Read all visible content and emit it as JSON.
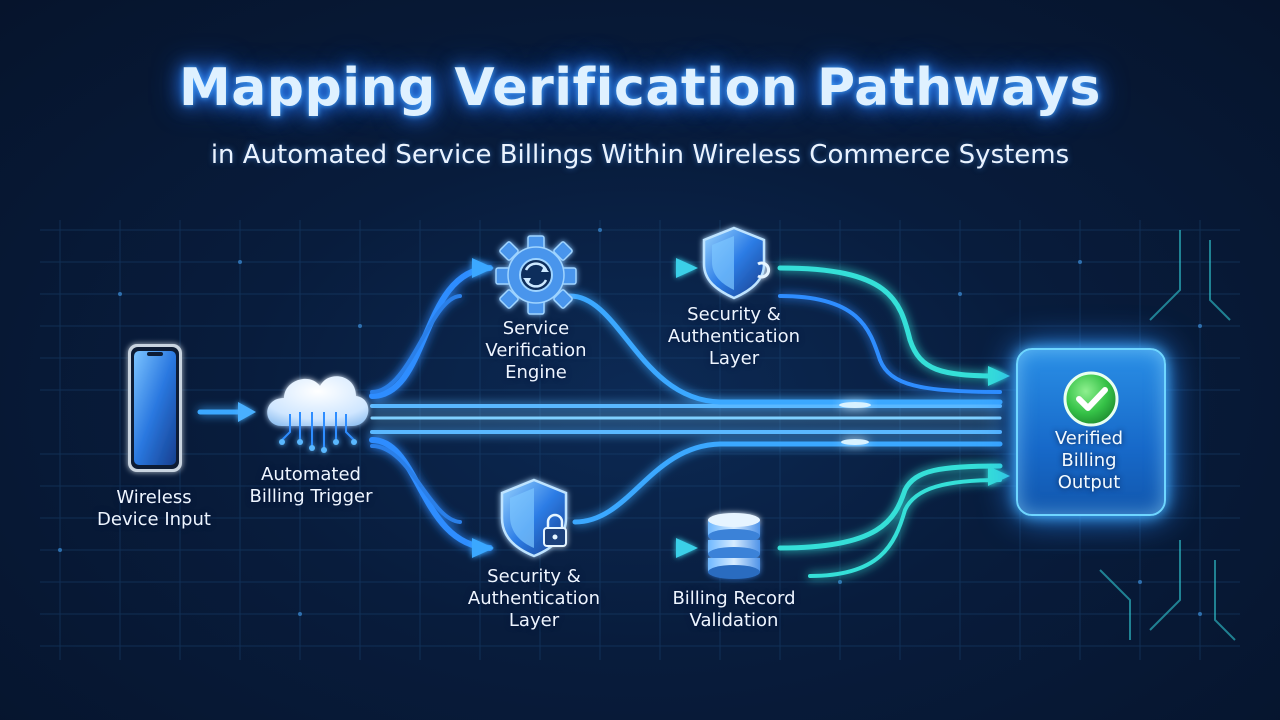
{
  "title": "Mapping Verification Pathways",
  "subtitle": "in Automated Service Billings Within Wireless Commerce Systems",
  "nodes": {
    "device": {
      "label": "Wireless\nDevice Input",
      "icon": "smartphone-icon"
    },
    "cloud": {
      "label": "Automated\nBilling Trigger",
      "icon": "cloud-circuit-icon"
    },
    "engine": {
      "label": "Service\nVerification\nEngine",
      "icon": "gear-icon"
    },
    "security_top": {
      "label": "Security &\nAuthentication\nLayer",
      "icon": "shield-icon"
    },
    "security_bottom": {
      "label": "Security &\nAuthentication\nLayer",
      "icon": "shield-lock-icon"
    },
    "billing_record": {
      "label": "Billing Record\nValidation",
      "icon": "database-icon"
    },
    "output": {
      "label": "Verified\nBilling\nOutput",
      "icon": "checkmark-icon"
    }
  },
  "colors": {
    "background": "#081c3c",
    "flow_blue": "#2f8dff",
    "flow_cyan": "#35e0d8",
    "glow": "#7fd0ff",
    "output_box": "#1769c9",
    "check_green": "#3ccf4e"
  }
}
